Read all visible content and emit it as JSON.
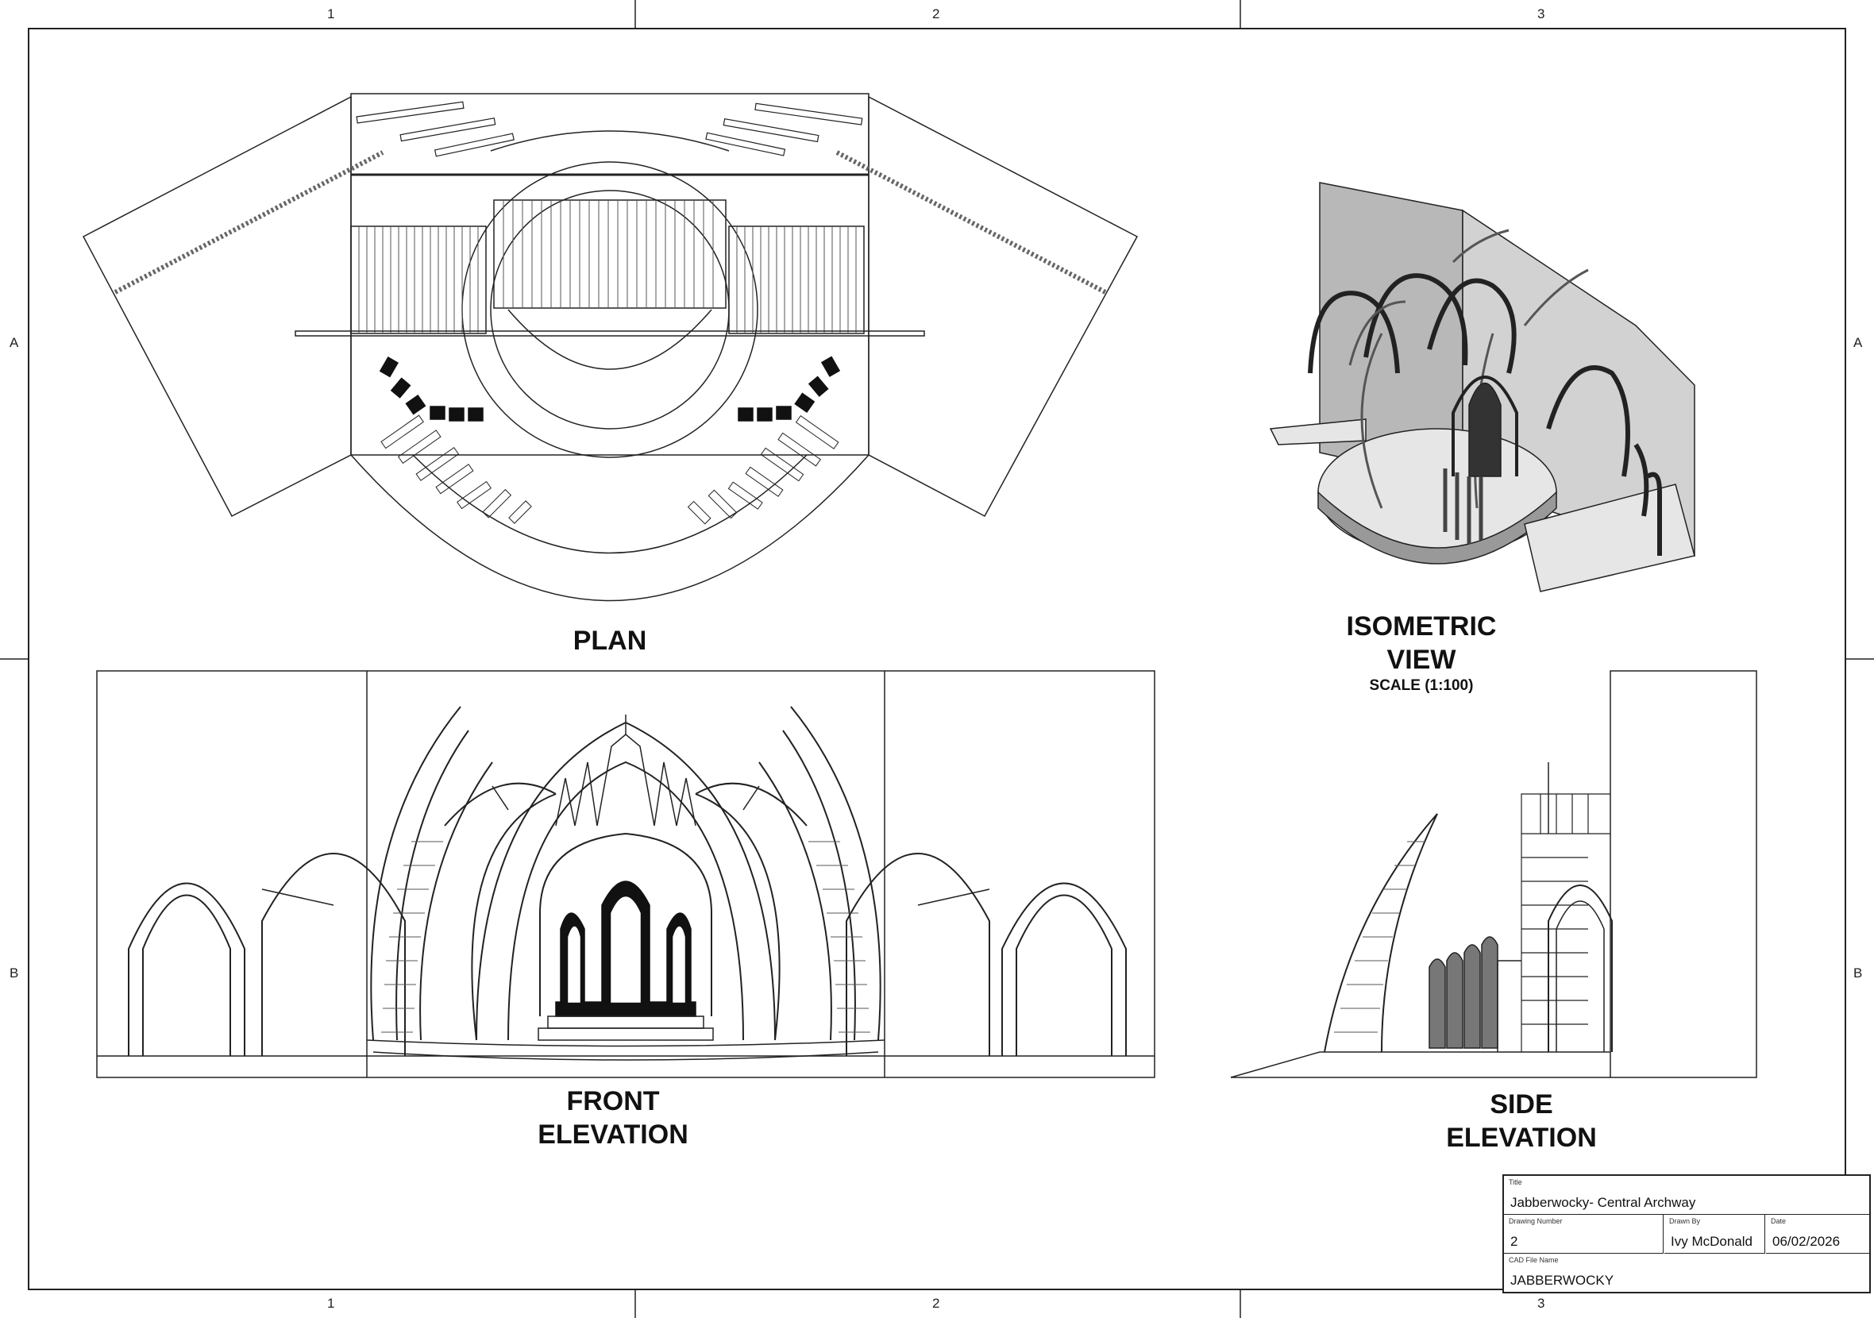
{
  "grid": {
    "columns": [
      "1",
      "2",
      "3"
    ],
    "rows": [
      "A",
      "B"
    ]
  },
  "views": {
    "plan": {
      "title": "PLAN"
    },
    "isometric": {
      "title_line1": "ISOMETRIC",
      "title_line2": "VIEW",
      "scale": "SCALE (1:100)"
    },
    "front": {
      "title_line1": "FRONT",
      "title_line2": "ELEVATION"
    },
    "side": {
      "title_line1": "SIDE",
      "title_line2": "ELEVATION"
    }
  },
  "title_block": {
    "title_caption": "Title",
    "title": "Jabberwocky- Central Archway",
    "drawing_number_caption": "Drawing Number",
    "drawing_number": "2",
    "drawn_by_caption": "Drawn By",
    "drawn_by": "Ivy McDonald",
    "date_caption": "Date",
    "date": "06/02/2026",
    "cad_file_caption": "CAD File Name",
    "cad_file": "JABBERWOCKY"
  },
  "colors": {
    "line": "#222222",
    "fill_dark": "#111111",
    "fill_grey": "#b8b8b8",
    "fill_light": "#e6e6e6"
  }
}
